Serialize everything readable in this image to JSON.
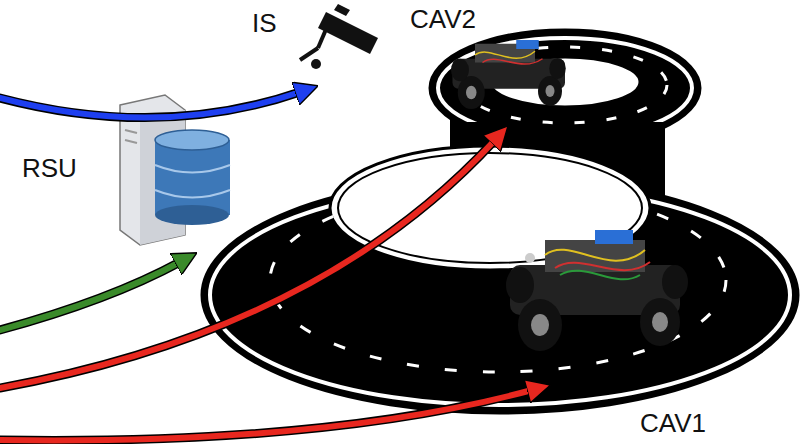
{
  "diagram": {
    "labels": [
      "IS",
      "CAV2",
      "RSU",
      "CAV1"
    ]
  }
}
